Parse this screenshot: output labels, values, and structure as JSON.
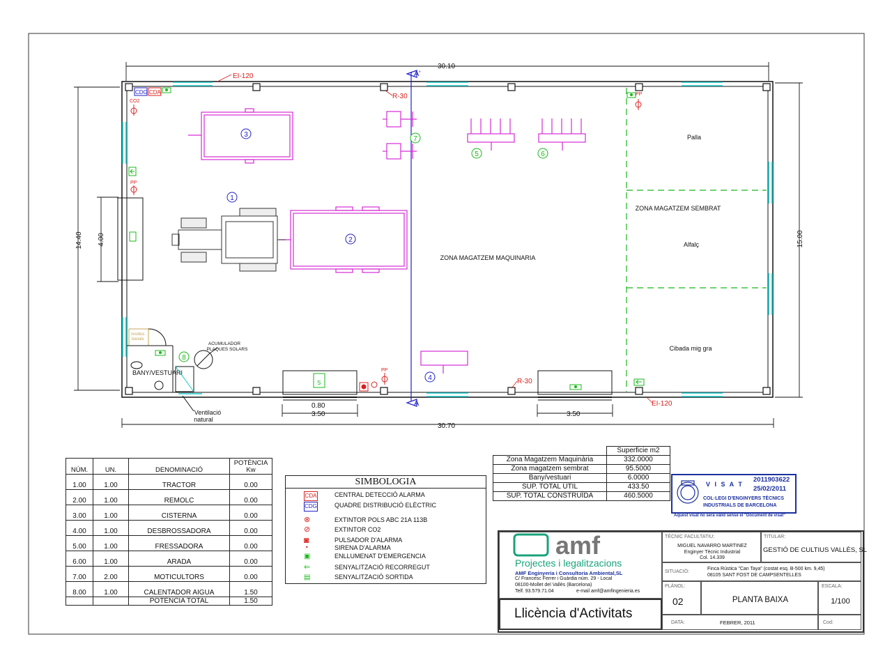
{
  "plan": {
    "dimensions": {
      "top_width": "30.10",
      "bottom_width": "30.70",
      "left_height": "14.40",
      "left_inner": "4.00",
      "right_height": "15.00",
      "door_left": "3.50",
      "door_right": "3.50",
      "door_offset": "0.80"
    },
    "section_marks": {
      "top": "A'",
      "bottom": "A"
    },
    "fire_ratings": {
      "top": "EI-120",
      "bottom": "EI-120",
      "r_top": "R-30",
      "r_bottom": "R-30"
    },
    "zones": {
      "machinery": "ZONA MAGATZEM MAQUINARIA",
      "seeds": "ZONA MAGATZEM SEMBRAT",
      "straw": "Palla",
      "alfalfa": "Alfalç",
      "barley": "Cibada mig gra",
      "bath": "BANY/VESTUARI",
      "ventilation_1": "Ventilació",
      "ventilation_2": "natural",
      "solar_1": "ACUMULADOR",
      "solar_2": "PLAQUES SOLARS",
      "waste_1": "residus",
      "waste_2": "banals"
    },
    "labels": {
      "cdg": "CDG",
      "cda": "CDA",
      "co2": "CO2",
      "pp": "PP",
      "s": "S"
    },
    "equipment_markers": [
      "1",
      "2",
      "3",
      "4",
      "5",
      "6",
      "7",
      "8"
    ]
  },
  "equipment_table": {
    "headers": [
      "NÚM.",
      "UN.",
      "DENOMINACIÓ",
      "POTÈNCIA Kw"
    ],
    "rows": [
      [
        "1.00",
        "1.00",
        "TRACTOR",
        "0.00"
      ],
      [
        "2.00",
        "1.00",
        "REMOLC",
        "0.00"
      ],
      [
        "3.00",
        "1.00",
        "CISTERNA",
        "0.00"
      ],
      [
        "4.00",
        "1.00",
        "DESBROSSADORA",
        "0.00"
      ],
      [
        "5.00",
        "1.00",
        "FRESSADORA",
        "0.00"
      ],
      [
        "6.00",
        "1.00",
        "ARADA",
        "0.00"
      ],
      [
        "7.00",
        "2.00",
        "MOTICULTORS",
        "0.00"
      ],
      [
        "8.00",
        "1.00",
        "CALENTADOR AIGUA",
        "1.50"
      ]
    ],
    "total_label": "POTÈNCIA TOTAL",
    "total_value": "1.50"
  },
  "symbology": {
    "title": "SIMBOLOGIA",
    "items": [
      {
        "code": "CDA",
        "label": "CENTRAL DETECCIÓ ALARMA"
      },
      {
        "code": "CDG",
        "label": "QUADRE DISTRIBUCIÓ ELÈCTRIC"
      },
      {
        "code": "",
        "label": "EXTINTOR POLS ABC 21A 113B"
      },
      {
        "code": "",
        "label": "EXTINTOR CO2"
      },
      {
        "code": "",
        "label": "PULSADOR D'ALARMA"
      },
      {
        "code": "",
        "label": "SIRENA D'ALARMA"
      },
      {
        "code": "",
        "label": "ENLLUMENAT D'EMERGENCIA"
      },
      {
        "code": "",
        "label": "SENYALITZACIÓ RECORREGUT"
      },
      {
        "code": "",
        "label": "SENYALITZACIÓ SORTIDA"
      }
    ]
  },
  "surface_table": {
    "header": "Superficie m2",
    "rows": [
      [
        "Zona Magatzem Maquinària",
        "332.0000"
      ],
      [
        "Zona magatzem sembrat",
        "95.5000"
      ],
      [
        "Bany/vestuari",
        "6.0000"
      ],
      [
        "SUP. TOTAL ÚTIL",
        "433.50"
      ],
      [
        "SUP. TOTAL CONSTRUÏDA",
        "460.5000"
      ]
    ]
  },
  "visat": {
    "word": "V I S A T",
    "number": "2011903622",
    "date": "25/02/2011",
    "org_1": "COL·LEGI D'ENGINYERS TÈCNICS",
    "org_2": "INDUSTRIALS DE BARCELONA",
    "note": "Aquest visat no serà vàlid sense el \"Document de visat\""
  },
  "title_block": {
    "brand": "amf",
    "tagline": "Projectes i legalitzacions",
    "company": "AMF Enginyeria i Consultoria Ambiental,SL",
    "address_1": "C/ Francesc Ferrer i Guàrdia núm. 29 - Local",
    "address_2": "08100-Mollet del Vallès (Barcelona)",
    "phone": "Telf. 93.579.71.04",
    "email": "e-mail amf@amfingenieria.es",
    "license": "Llicència d'Activitats",
    "tech_label": "TÈCNIC FACULTATIU:",
    "tech_name": "MIGUEL NAVARRO MARTINEZ",
    "tech_title": "Enginyer Tècnic Industrial",
    "tech_col": "Col. 14.339",
    "owner_label": "TITULAR:",
    "owner": "GESTIÓ DE CULTIUS VALLÈS, SL",
    "site_label": "SITUACIÓ:",
    "site_1": "Finca Rústica \"Can Taya\" (costat esq. B-500 km. 9,45)",
    "site_2": "08105 SANT FOST DE CAMPSENTELLES",
    "plan_label": "PLÀNOL:",
    "plan_no": "02",
    "plan_name": "PLANTA BAIXA",
    "scale_label": "ESCALA:",
    "scale": "1/100",
    "date_label": "DATA:",
    "date": "FEBRER, 2011",
    "cod_label": "Cod:"
  },
  "colors": {
    "magenta": "#d62bd6",
    "green": "#18b818",
    "red": "#d8201f",
    "blue": "#2020c8",
    "cyan": "#19c7c7",
    "dark_blue": "#1a2f9e"
  }
}
